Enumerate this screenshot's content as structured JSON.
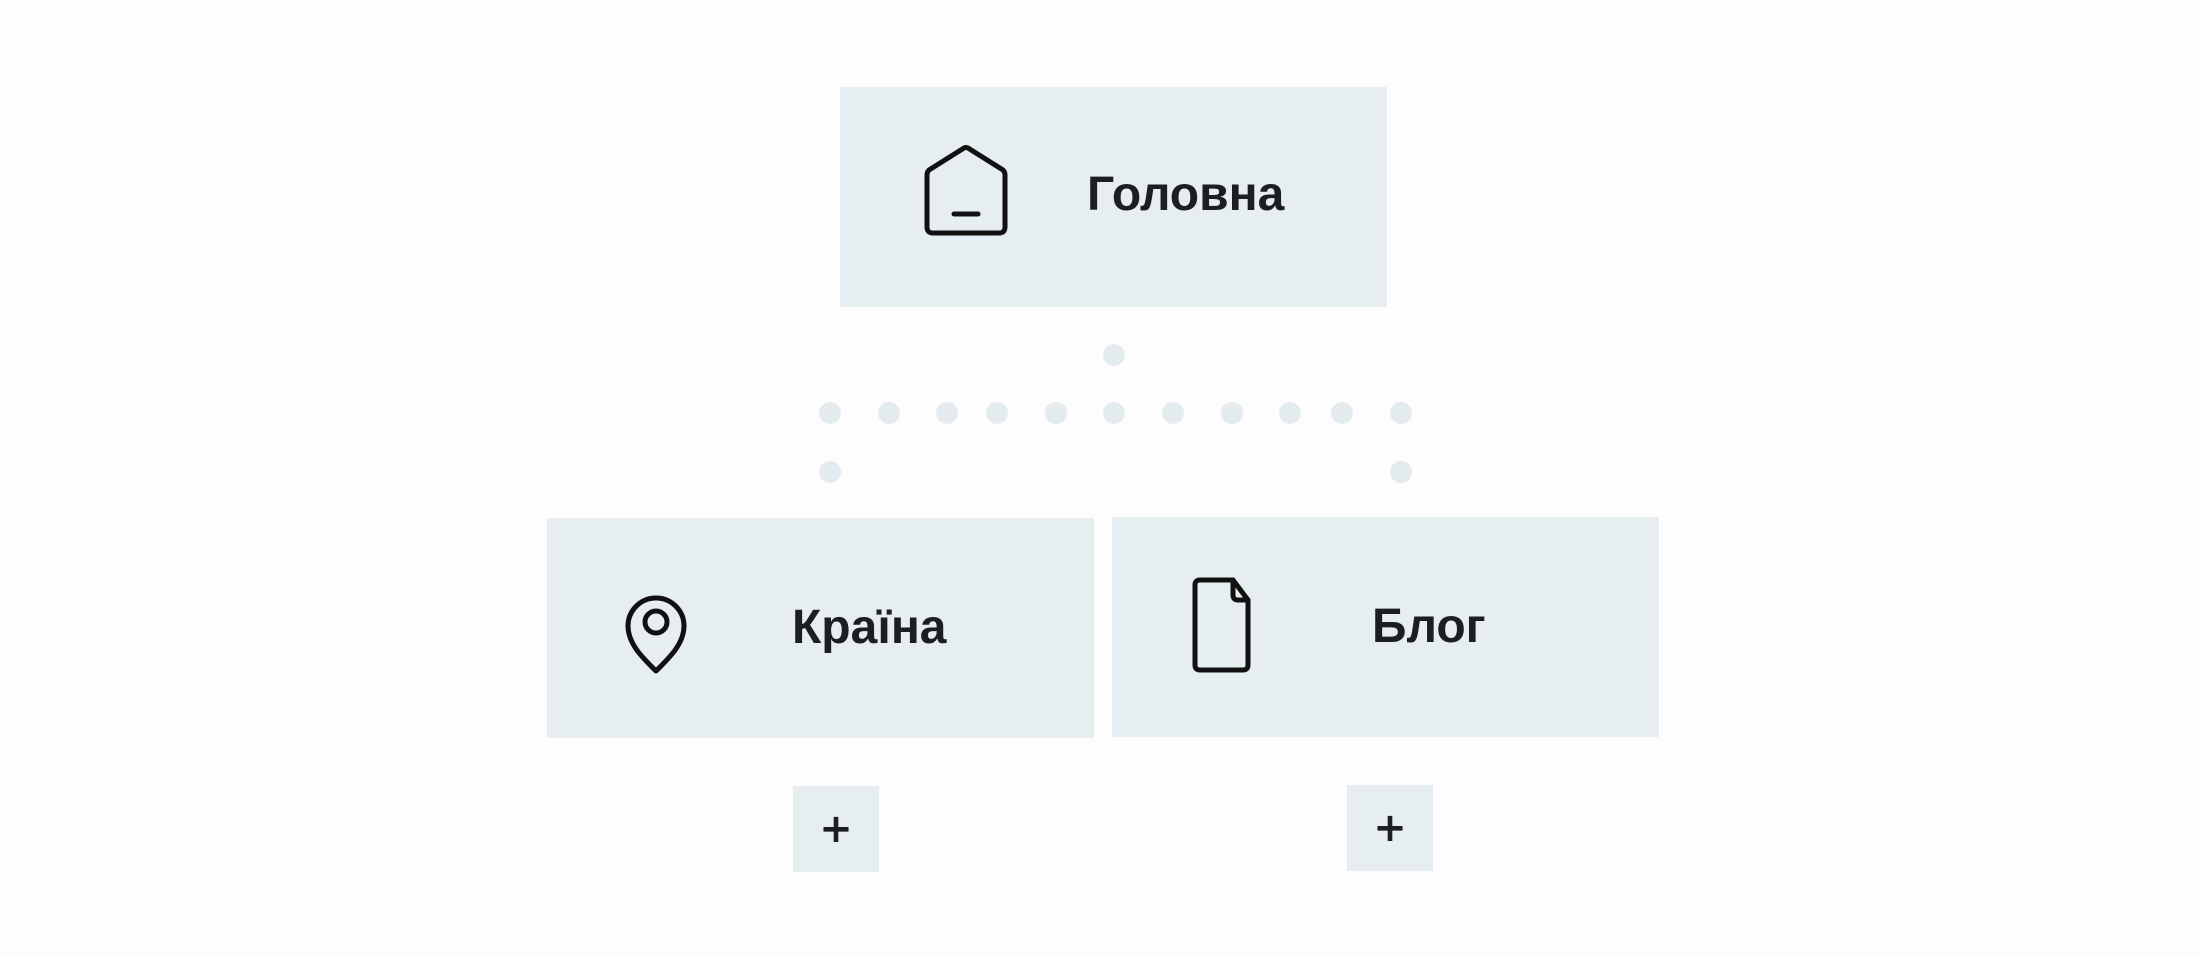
{
  "nodes": {
    "home": {
      "label": "Головна",
      "icon": "home-icon"
    },
    "country": {
      "label": "Країна",
      "icon": "map-pin-icon"
    },
    "blog": {
      "label": "Блог",
      "icon": "file-icon"
    }
  },
  "add_buttons": {
    "country": "+",
    "blog": "+"
  },
  "colors": {
    "node_background": "#e7eef1",
    "connector_dots": "#e3ebee",
    "text": "#1b1f22"
  }
}
